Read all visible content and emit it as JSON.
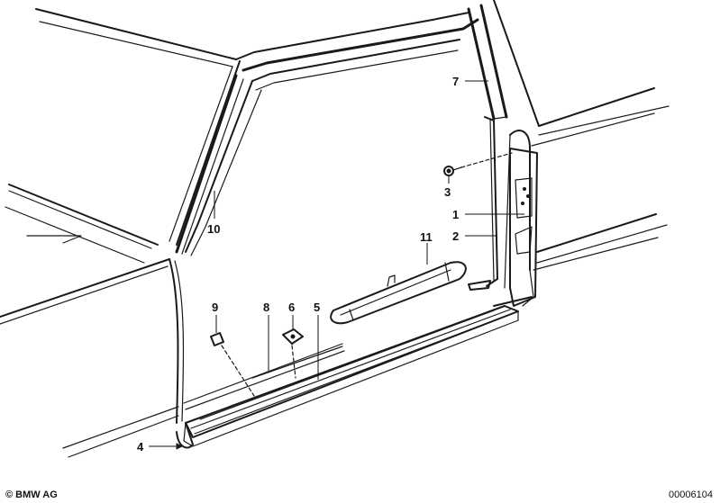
{
  "parts": [
    {
      "id": "1",
      "label": "1"
    },
    {
      "id": "2",
      "label": "2"
    },
    {
      "id": "3",
      "label": "3"
    },
    {
      "id": "4",
      "label": "4"
    },
    {
      "id": "5",
      "label": "5"
    },
    {
      "id": "6",
      "label": "6"
    },
    {
      "id": "7",
      "label": "7"
    },
    {
      "id": "8",
      "label": "8"
    },
    {
      "id": "9",
      "label": "9"
    },
    {
      "id": "10",
      "label": "10"
    },
    {
      "id": "11",
      "label": "11"
    }
  ],
  "footer": {
    "copyright": "© BMW AG",
    "doc_number": "00006104"
  }
}
